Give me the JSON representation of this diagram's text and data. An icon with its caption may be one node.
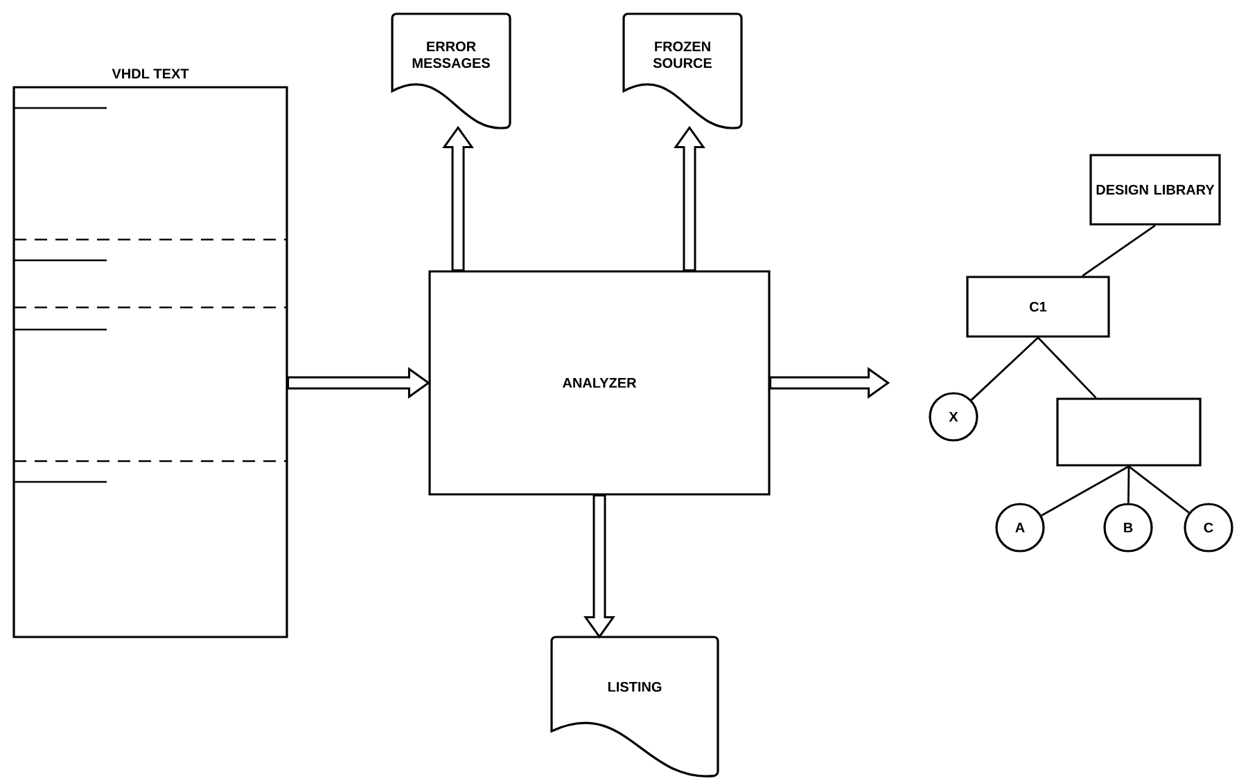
{
  "diagram": {
    "nodes": [
      {
        "text": [
          "VHDL TEXT"
        ]
      },
      {
        "text": [
          "ERROR MESSAGES"
        ]
      },
      {
        "text": [
          "FROZEN SOURCE"
        ]
      },
      {
        "text": [
          "ANALYZER"
        ]
      },
      {
        "text": [
          "DESIGN LIBRARY"
        ]
      },
      {
        "text": [
          "C1"
        ]
      },
      {
        "text": [
          "X"
        ]
      },
      {
        "text": [],
        "shape": "box"
      },
      {
        "text": [
          "A"
        ]
      },
      {
        "text": [
          "B"
        ]
      },
      {
        "text": [
          "C"
        ]
      },
      {
        "text": [
          "LISTING"
        ]
      }
    ],
    "edges": [
      {
        "from": 0,
        "to": 3,
        "arrow": "to",
        "style": "thick"
      },
      {
        "from": 3,
        "to": 1,
        "arrow": "to",
        "style": "thick"
      },
      {
        "from": 3,
        "to": 2,
        "arrow": "to",
        "style": "thick"
      },
      {
        "from": 3,
        "to": null,
        "arrow": "to",
        "style": "thick"
      },
      {
        "from": 3,
        "to": 11,
        "arrow": "to",
        "style": "thick"
      },
      {
        "from": 4,
        "to": 5,
        "arrow": "none"
      },
      {
        "from": 5,
        "to": 6,
        "arrow": "none"
      },
      {
        "from": 5,
        "to": 7,
        "arrow": "none"
      },
      {
        "from": 7,
        "to": 8,
        "arrow": "none"
      },
      {
        "from": 7,
        "to": 9,
        "arrow": "none"
      },
      {
        "from": 7,
        "to": 10,
        "arrow": "none"
      }
    ]
  }
}
